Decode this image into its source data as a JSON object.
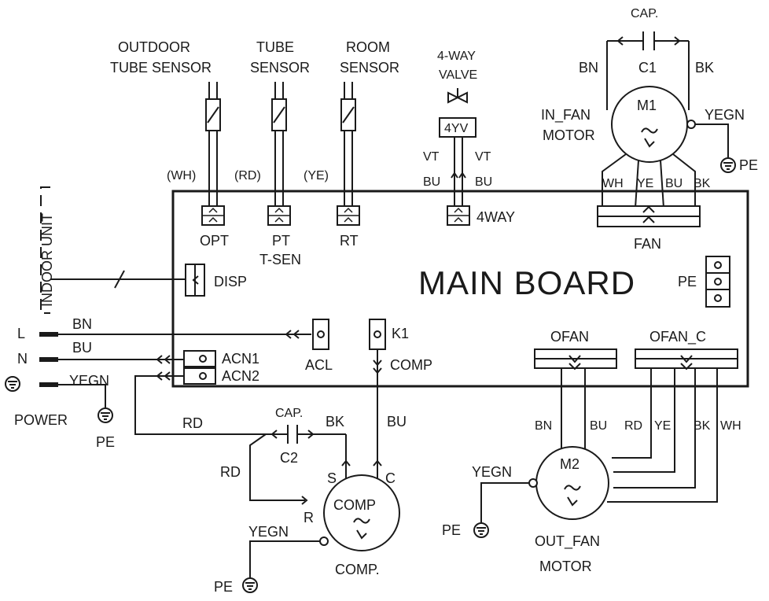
{
  "board": {
    "title": "MAIN BOARD",
    "pe": "PE"
  },
  "sensors": {
    "outdoor_label": [
      "OUTDOOR",
      "TUBE SENSOR"
    ],
    "tube_label": [
      "TUBE",
      "SENSOR"
    ],
    "room_label": [
      "ROOM",
      "SENSOR"
    ],
    "wire_wh": "(WH)",
    "wire_rd": "(RD)",
    "wire_ye": "(YE)",
    "opt": "OPT",
    "pt": "PT",
    "tsen": "T-SEN",
    "rt": "RT"
  },
  "valve": {
    "label": [
      "4-WAY",
      "VALVE"
    ],
    "coil": "4YV",
    "vt_left": "VT",
    "vt_right": "VT",
    "bu_left": "BU",
    "bu_right": "BU",
    "connector": "4WAY"
  },
  "indoor_motor": {
    "cap": "CAP.",
    "c1": "C1",
    "bn": "BN",
    "bk": "BK",
    "m1": "M1",
    "name": [
      "IN_FAN",
      "MOTOR"
    ],
    "yegn": "YEGN",
    "pe": "PE",
    "wires": [
      "WH",
      "YE",
      "BU",
      "BK"
    ],
    "fan": "FAN"
  },
  "indoor_unit": "INDOOR UNIT",
  "disp": "DISP",
  "power": {
    "l": "L",
    "n": "N",
    "bn": "BN",
    "bu": "BU",
    "yegn": "YEGN",
    "label": "POWER",
    "pe": "PE"
  },
  "connectors": {
    "acn1": "ACN1",
    "acn2": "ACN2",
    "acl": "ACL",
    "k1": "K1",
    "comp": "COMP",
    "ofan": "OFAN",
    "ofan_c": "OFAN_C"
  },
  "compressor": {
    "rd_top": "RD",
    "cap": "CAP.",
    "c2": "C2",
    "bk": "BK",
    "bu": "BU",
    "rd_left": "RD",
    "s": "S",
    "c": "C",
    "r": "R",
    "name": "COMP",
    "yegn": "YEGN",
    "caption": "COMP.",
    "pe": "PE"
  },
  "outdoor_motor": {
    "wires": [
      "BN",
      "BU",
      "RD",
      "YE",
      "BK",
      "WH"
    ],
    "yegn": "YEGN",
    "m2": "M2",
    "pe": "PE",
    "name": [
      "OUT_FAN",
      "MOTOR"
    ]
  }
}
